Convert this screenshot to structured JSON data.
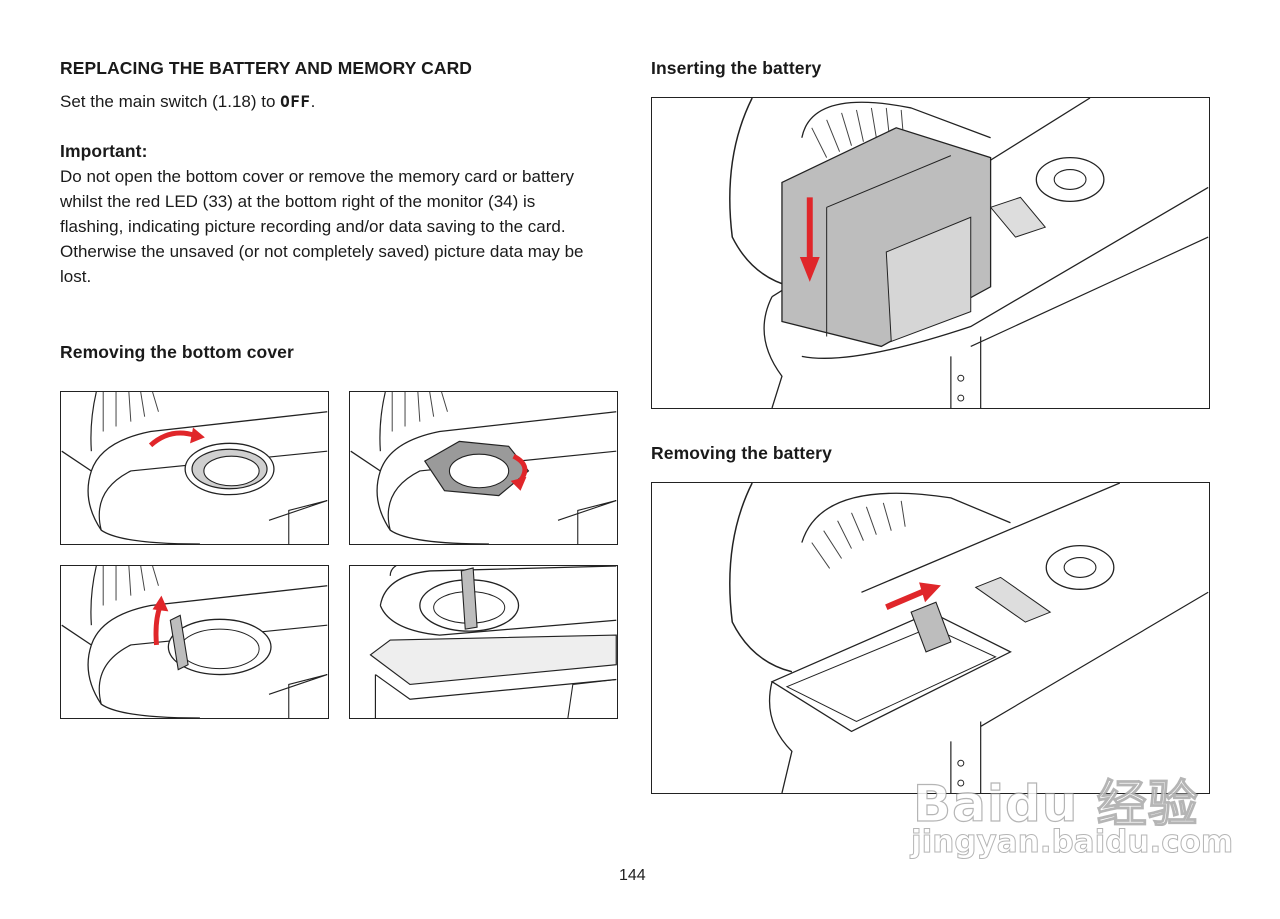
{
  "left": {
    "title": "REPLACING THE BATTERY AND MEMORY CARD",
    "instruction_prefix": "Set the main switch (1.18) to ",
    "instruction_value": "OFF",
    "instruction_suffix": ".",
    "important_heading": "Important:",
    "important_lines": [
      "Do not open the bottom cover or remove the memory card or battery",
      "whilst the red LED (33) at the bottom right of the monitor (34) is",
      "flashing, indicating picture recording and/or data saving to the card.",
      "Otherwise the unsaved (or not completely saved) picture data may be",
      "lost."
    ],
    "section_heading": "Removing the bottom cover"
  },
  "right": {
    "inserting_heading": "Inserting the battery",
    "removing_heading": "Removing the battery"
  },
  "page_number": "144",
  "watermark": {
    "main": "Baidu 经验",
    "sub": "jingyan.baidu.com"
  },
  "colors": {
    "arrow_red": "#e0262a",
    "line": "#222222",
    "battery_gray": "#bdbdbd"
  }
}
